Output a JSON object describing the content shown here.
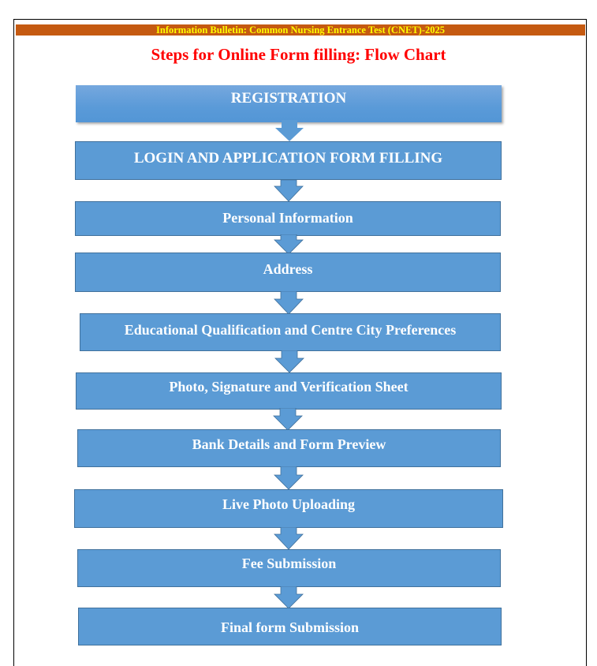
{
  "header": {
    "bulletin_title": "Information Bulletin: Common Nursing Entrance Test (CNET)-2025",
    "bar_color": "#c55a11",
    "text_color": "#ffff00"
  },
  "title": "Steps for Online Form filling: Flow Chart",
  "title_color": "#ff0000",
  "flowchart": {
    "box_color": "#5b9bd5",
    "box_border_color": "#41719c",
    "arrow_color": "#5b9bd5",
    "steps": [
      {
        "label": "REGISTRATION"
      },
      {
        "label": "LOGIN AND APPLICATION FORM FILLING"
      },
      {
        "label": "Personal Information"
      },
      {
        "label": "Address"
      },
      {
        "label": "Educational Qualification and Centre City Preferences"
      },
      {
        "label": "Photo, Signature and Verification Sheet"
      },
      {
        "label": "Bank Details and Form Preview"
      },
      {
        "label": "Live Photo Uploading"
      },
      {
        "label": "Fee Submission"
      },
      {
        "label": "Final form Submission"
      }
    ]
  }
}
